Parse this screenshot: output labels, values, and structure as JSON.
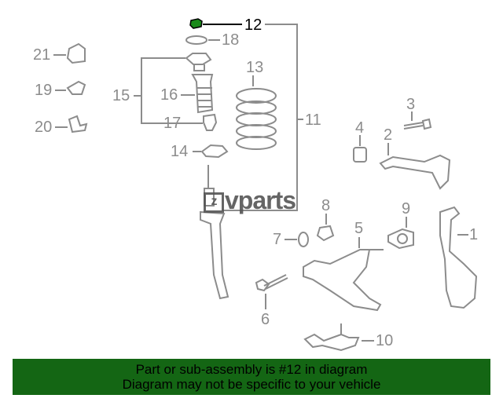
{
  "diagram": {
    "highlighted_part": "12",
    "highlight_color": "#1a8a1a",
    "line_color": "#8c8c8c",
    "labels": {
      "p1": "1",
      "p2": "2",
      "p3": "3",
      "p4": "4",
      "p5": "5",
      "p6": "6",
      "p7": "7",
      "p8": "8",
      "p9": "9",
      "p10": "10",
      "p11": "11",
      "p12": "12",
      "p13": "13",
      "p14": "14",
      "p15": "15",
      "p16": "16",
      "p17": "17",
      "p18": "18",
      "p19": "19",
      "p20": "20",
      "p21": "21"
    }
  },
  "watermark": {
    "box_letter": "z",
    "text": "vparts"
  },
  "banner": {
    "line1": "Part or sub-assembly is #12 in diagram",
    "line2": "Diagram may not be specific to your vehicle",
    "color": "#146614"
  }
}
